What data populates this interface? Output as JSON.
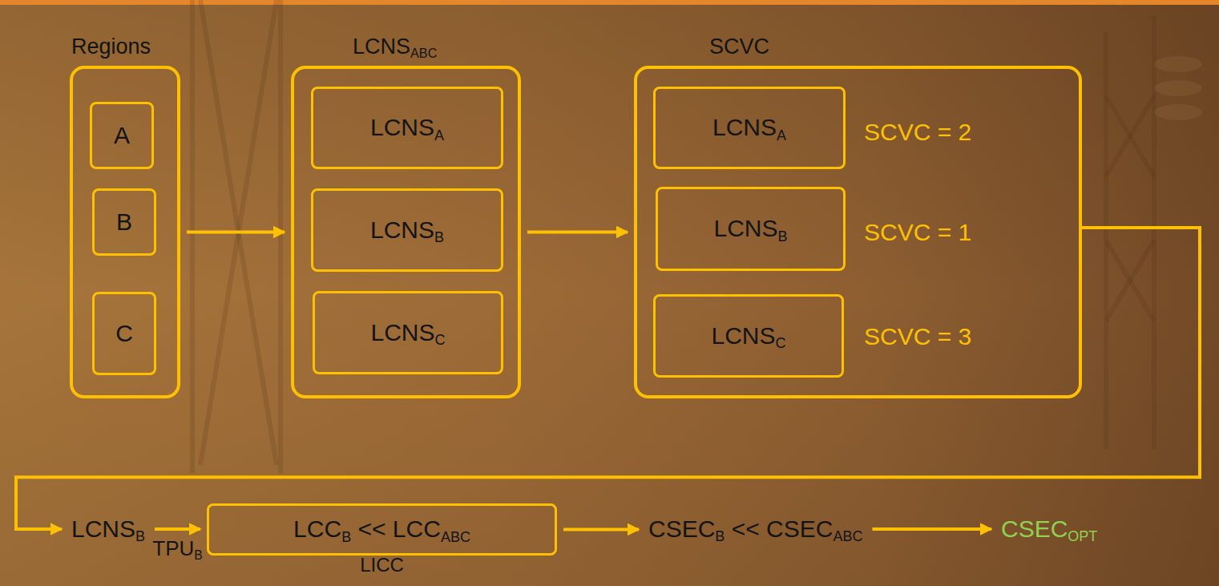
{
  "diagram": {
    "nodes": [
      {
        "text": [
          "Regions"
        ]
      },
      {
        "text": [
          "A"
        ],
        "in": 0
      },
      {
        "text": [
          "B"
        ],
        "in": 0
      },
      {
        "text": [
          "C"
        ],
        "in": 0
      },
      {
        "text": [
          "LCNSABC"
        ]
      },
      {
        "text": [
          "LCNSA"
        ],
        "in": 4
      },
      {
        "text": [
          "LCNSB"
        ],
        "in": 4
      },
      {
        "text": [
          "LCNSC"
        ],
        "in": 4
      },
      {
        "text": [
          "SCVC"
        ]
      },
      {
        "text": [
          "LCNSA"
        ],
        "in": 8
      },
      {
        "text": [
          "LCNSB"
        ],
        "in": 8
      },
      {
        "text": [
          "LCNSC"
        ],
        "in": 8
      },
      {
        "text": [
          "LCNSB"
        ]
      },
      {
        "text": [
          "LCCB << LCCABC",
          "LICC"
        ]
      },
      {
        "text": [
          "CSECB << CSECABC"
        ]
      },
      {
        "text": [
          "CSECOPT"
        ]
      }
    ],
    "edges": [
      {
        "from": 0,
        "to": 4,
        "arrow": "to"
      },
      {
        "from": 4,
        "to": 8,
        "arrow": "to"
      },
      {
        "from": 8,
        "to": 12,
        "arrow": "to"
      },
      {
        "from": 12,
        "to": 13,
        "arrow": "to",
        "label": "TPUB"
      },
      {
        "from": 13,
        "to": 14,
        "arrow": "to"
      },
      {
        "from": 14,
        "to": 15,
        "arrow": "to"
      }
    ],
    "labels": [
      "SCVC = 2",
      "SCVC = 1",
      "SCVC = 3"
    ]
  }
}
